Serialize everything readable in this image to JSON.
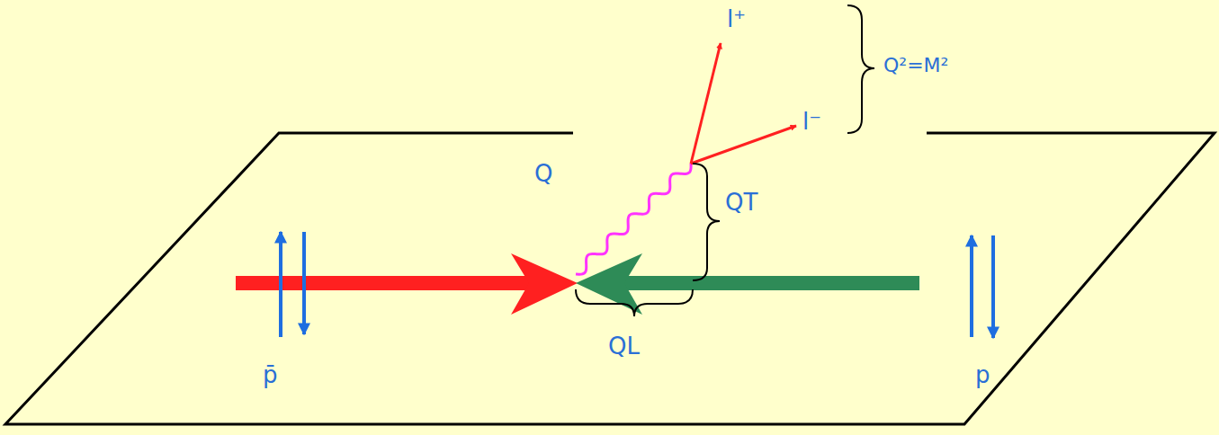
{
  "diagram": {
    "labels": [
      "l⁺",
      "l⁻",
      "Q²=M²",
      "Q",
      "QT",
      "QL",
      "p̄",
      "p"
    ]
  }
}
